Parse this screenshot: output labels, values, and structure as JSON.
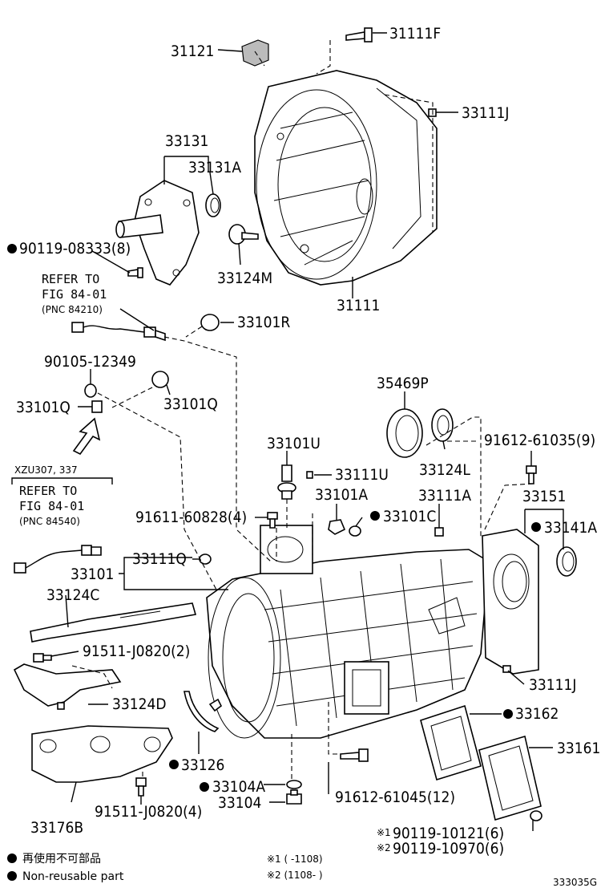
{
  "parts": {
    "p31111F": "31111F",
    "p31121": "31121",
    "p33111J_top": "33111J",
    "p33131": "33131",
    "p33131A": "33131A",
    "p90119_08333": "90119-08333(8)",
    "p33124M": "33124M",
    "p31111": "31111",
    "p33101R": "33101R",
    "p90105_12349": "90105-12349",
    "p33101Q_left": "33101Q",
    "p33101Q_right": "33101Q",
    "p35469P": "35469P",
    "p91612_61035": "91612-61035(9)",
    "p33124L": "33124L",
    "p33101U": "33101U",
    "p33111U": "33111U",
    "p33101A": "33101A",
    "p33111A": "33111A",
    "p33151": "33151",
    "p33101C": "33101C",
    "p33141A": "33141A",
    "p91611_60828": "91611-60828(4)",
    "p33111Q": "33111Q",
    "p33101": "33101",
    "p33124C": "33124C",
    "p91511_J0820_2": "91511-J0820(2)",
    "p33124D": "33124D",
    "p33111J_bottom": "33111J",
    "p33162": "33162",
    "p33161": "33161",
    "p33126": "33126",
    "p33104A": "33104A",
    "p33104": "33104",
    "p91612_61045": "91612-61045(12)",
    "p33176B": "33176B",
    "p91511_J0820_4": "91511-J0820(4)",
    "p90119_10121": "90119-10121(6)",
    "p90119_10970": "90119-10970(6)"
  },
  "refs": {
    "ref1_line1": "REFER TO",
    "ref1_line2": "FIG 84-01",
    "ref1_line3": "(PNC 84210)",
    "model": "XZU307, 337",
    "ref2_line1": "REFER TO",
    "ref2_line2": "FIG 84-01",
    "ref2_line3": "(PNC 84540)"
  },
  "notes": {
    "mark1": "※1",
    "mark2": "※2",
    "note1": "※1 (    -1108)",
    "note2": "※2 (1108-     )"
  },
  "legend": {
    "item_jp": "再使用不可部品",
    "item_en": "Non-reusable part"
  },
  "figure_id": "333035G"
}
